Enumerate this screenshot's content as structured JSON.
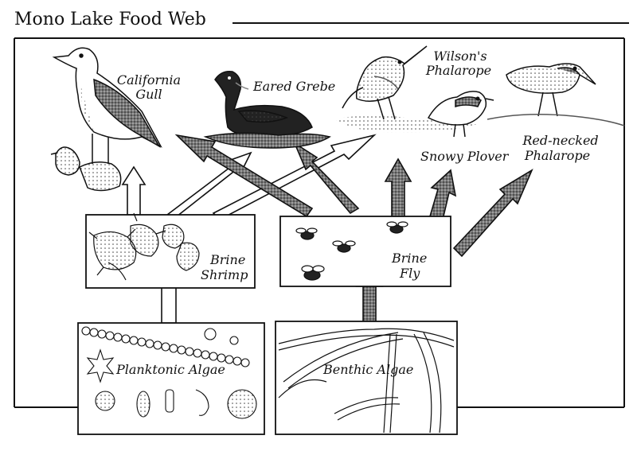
{
  "title": "Mono Lake Food Web",
  "organisms": {
    "california_gull": [
      "California",
      "Gull"
    ],
    "eared_grebe": [
      "Eared Grebe"
    ],
    "wilsons_phalarope": [
      "Wilson's",
      "Phalarope"
    ],
    "snowy_plover": [
      "Snowy Plover"
    ],
    "red_necked_phalarope": [
      "Red-necked",
      "Phalarope"
    ],
    "brine_shrimp": [
      "Brine",
      "Shrimp"
    ],
    "brine_fly": [
      "Brine",
      "Fly"
    ],
    "planktonic_algae": [
      "Planktonic Algae"
    ],
    "benthic_algae": [
      "Benthic Algae"
    ]
  },
  "links": [
    {
      "from": "planktonic_algae",
      "to": "brine_shrimp"
    },
    {
      "from": "benthic_algae",
      "to": "brine_fly"
    },
    {
      "from": "brine_shrimp",
      "to": "california_gull"
    },
    {
      "from": "brine_shrimp",
      "to": "eared_grebe"
    },
    {
      "from": "brine_shrimp",
      "to": "wilsons_phalarope"
    },
    {
      "from": "brine_fly",
      "to": "california_gull"
    },
    {
      "from": "brine_fly",
      "to": "eared_grebe"
    },
    {
      "from": "brine_fly",
      "to": "wilsons_phalarope"
    },
    {
      "from": "brine_fly",
      "to": "snowy_plover"
    },
    {
      "from": "brine_fly",
      "to": "red_necked_phalarope"
    }
  ]
}
